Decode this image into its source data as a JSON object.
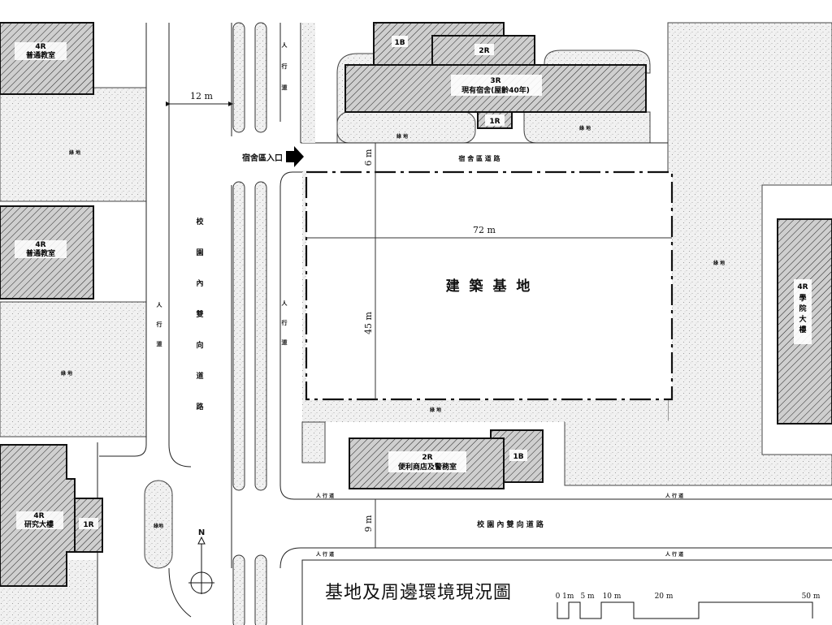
{
  "title": "基地及周邊環境現況圖",
  "site": {
    "label": "建 築 基 地",
    "width_label": "72 m",
    "depth_label": "45 m"
  },
  "roads": {
    "campus_road_vertical": [
      "校",
      "園",
      "內",
      "雙",
      "向",
      "道",
      "路"
    ],
    "campus_road_horizontal": "校 園 內 雙 向 道 路",
    "dorm_road": "宿 舍 區 道 路",
    "dorm_entrance": "宿舍區入口",
    "width_12m": "12 m",
    "width_6m": "6 m",
    "width_9m": "9 m",
    "sidewalk_vertical": [
      "人",
      "行",
      "道"
    ],
    "sidewalk_horizontal": "人 行 道"
  },
  "green_label": "綠 地",
  "green_label_short": "綠地",
  "buildings": {
    "classroom_top": {
      "floors": "4R",
      "name": "普通教室"
    },
    "classroom_mid": {
      "floors": "4R",
      "name": "普通教室"
    },
    "research": {
      "floors": "4R",
      "name": "研究大樓"
    },
    "research_annex": {
      "floors": "1R"
    },
    "dorm": {
      "floors": "3R",
      "name": "現有宿舍(屋齡40年)"
    },
    "dorm_1b": {
      "floors": "1B"
    },
    "dorm_2r": {
      "floors": "2R"
    },
    "dorm_1r": {
      "floors": "1R"
    },
    "shop": {
      "floors": "2R",
      "name": "便利商店及警務室"
    },
    "shop_1b": {
      "floors": "1B"
    },
    "college": {
      "floors": "4R",
      "name": [
        "學",
        "院",
        "大",
        "樓"
      ]
    }
  },
  "north": "N",
  "scale": {
    "ticks": [
      "0 1m",
      "5 m",
      "10 m",
      "20 m",
      "50 m"
    ]
  }
}
